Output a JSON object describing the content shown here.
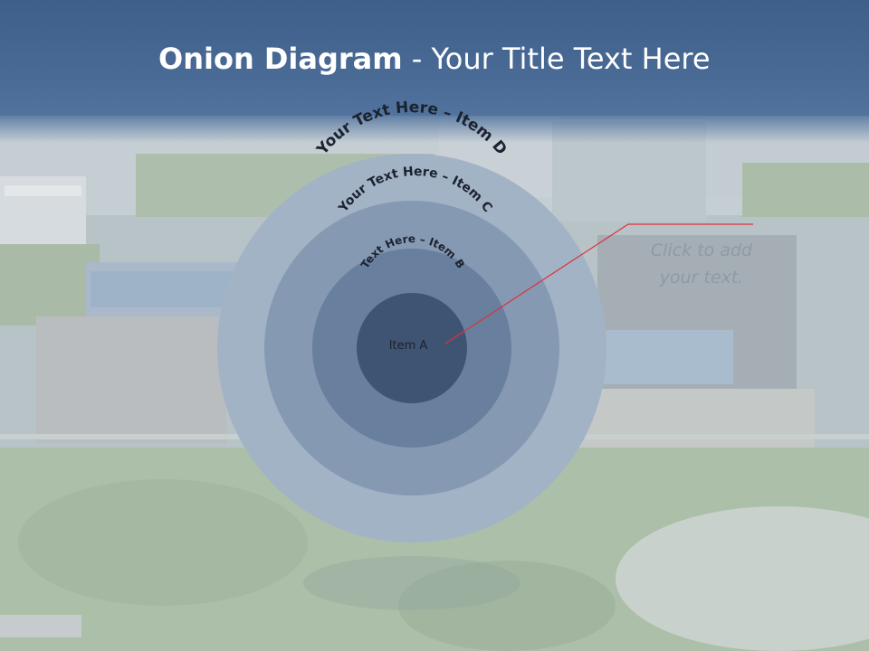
{
  "title": {
    "bold": "Onion Diagram",
    "rest": " - Your Title Text Here"
  },
  "rings": [
    {
      "label": "Your Text Here – Item D",
      "color": "#a3b3c6"
    },
    {
      "label": "Your Text Here – Item C",
      "color": "#8699b3"
    },
    {
      "label": "Text Here – Item B",
      "color": "#687f9e"
    },
    {
      "label": "Item A",
      "color": "#3f5472"
    }
  ],
  "callout": {
    "line1": "Click  to add",
    "line2": "your text."
  },
  "colors": {
    "header": "#4a6b96",
    "leader_line": "#e0303a",
    "label_text": "#1b2230"
  }
}
